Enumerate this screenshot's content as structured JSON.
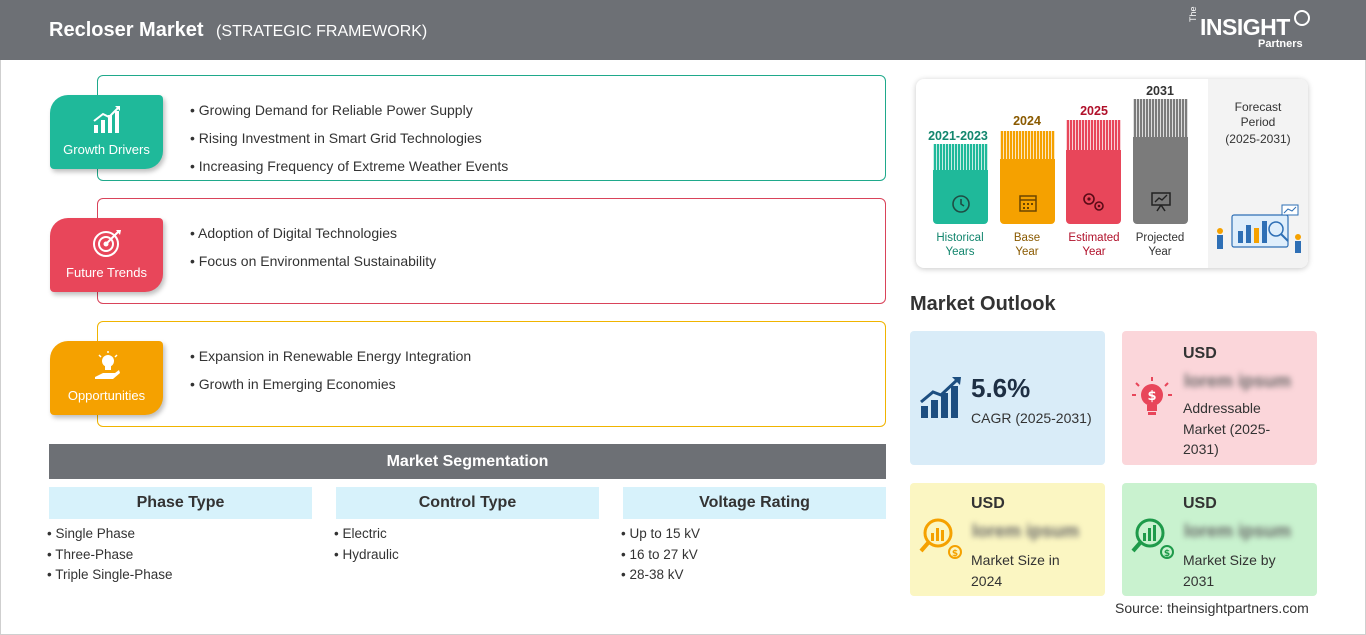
{
  "header": {
    "title": "Recloser Market",
    "subtitle": "(STRATEGIC FRAMEWORK)",
    "logo": {
      "the": "The",
      "insight": "INSIGHT",
      "partners": "Partners"
    }
  },
  "framework": [
    {
      "label": "Growth Drivers",
      "color": "#1fb99a",
      "icon": "growth-chart-icon",
      "items": [
        "Growing Demand for Reliable Power Supply",
        "Rising Investment in Smart Grid Technologies",
        "Increasing Frequency of Extreme Weather Events"
      ]
    },
    {
      "label": "Future Trends",
      "color": "#e8465a",
      "icon": "target-icon",
      "items": [
        "Adoption of Digital Technologies",
        "Focus on Environmental Sustainability"
      ]
    },
    {
      "label": "Opportunities",
      "color": "#f5a100",
      "icon": "lightbulb-hand-icon",
      "items": [
        "Expansion in Renewable Energy Integration",
        "Growth in Emerging Economies"
      ]
    }
  ],
  "segmentation": {
    "title": "Market Segmentation",
    "columns": [
      {
        "header": "Phase Type",
        "items": [
          "Single Phase",
          "Three-Phase",
          "Triple Single-Phase"
        ]
      },
      {
        "header": "Control Type",
        "items": [
          "Electric",
          "Hydraulic"
        ]
      },
      {
        "header": "Voltage Rating",
        "items": [
          "Up to 15 kV",
          "16 to 27 kV",
          "28-38 kV"
        ]
      }
    ]
  },
  "timeline": {
    "bars": [
      {
        "year": "2021-2023",
        "label_line1": "Historical",
        "label_line2": "Years",
        "color": "#1fb99a",
        "year_color": "#13866e",
        "icon": "history-icon"
      },
      {
        "year": "2024",
        "label_line1": "Base",
        "label_line2": "Year",
        "color": "#f5a100",
        "year_color": "#8a5a00",
        "icon": "calendar-icon"
      },
      {
        "year": "2025",
        "label_line1": "Estimated",
        "label_line2": "Year",
        "color": "#e8465a",
        "year_color": "#b0102a",
        "icon": "gears-icon"
      },
      {
        "year": "2031",
        "label_line1": "Projected",
        "label_line2": "Year",
        "color": "#7b7b7b",
        "year_color": "#333333",
        "icon": "presentation-icon"
      }
    ],
    "forecast_title_line1": "Forecast",
    "forecast_title_line2": "Period",
    "forecast_range": "(2025-2031)"
  },
  "outlook": {
    "title": "Market Outlook",
    "cagr": {
      "value": "5.6%",
      "label": "CAGR (2025-2031)",
      "bg": "#d9ecf8"
    },
    "addressable": {
      "currency": "USD",
      "value": "lorem ipsum",
      "label_lines": [
        "Addressable",
        "Market (2025-",
        "2031)"
      ],
      "bg": "#fbd6da"
    },
    "size2024": {
      "currency": "USD",
      "value": "lorem ipsum",
      "label_lines": [
        "Market Size in",
        "2024"
      ],
      "bg": "#fbf6c2"
    },
    "size2031": {
      "currency": "USD",
      "value": "lorem ipsum",
      "label_lines": [
        "Market Size by",
        "2031"
      ],
      "bg": "#c9f2cf"
    }
  },
  "source": "Source: theinsightpartners.com"
}
